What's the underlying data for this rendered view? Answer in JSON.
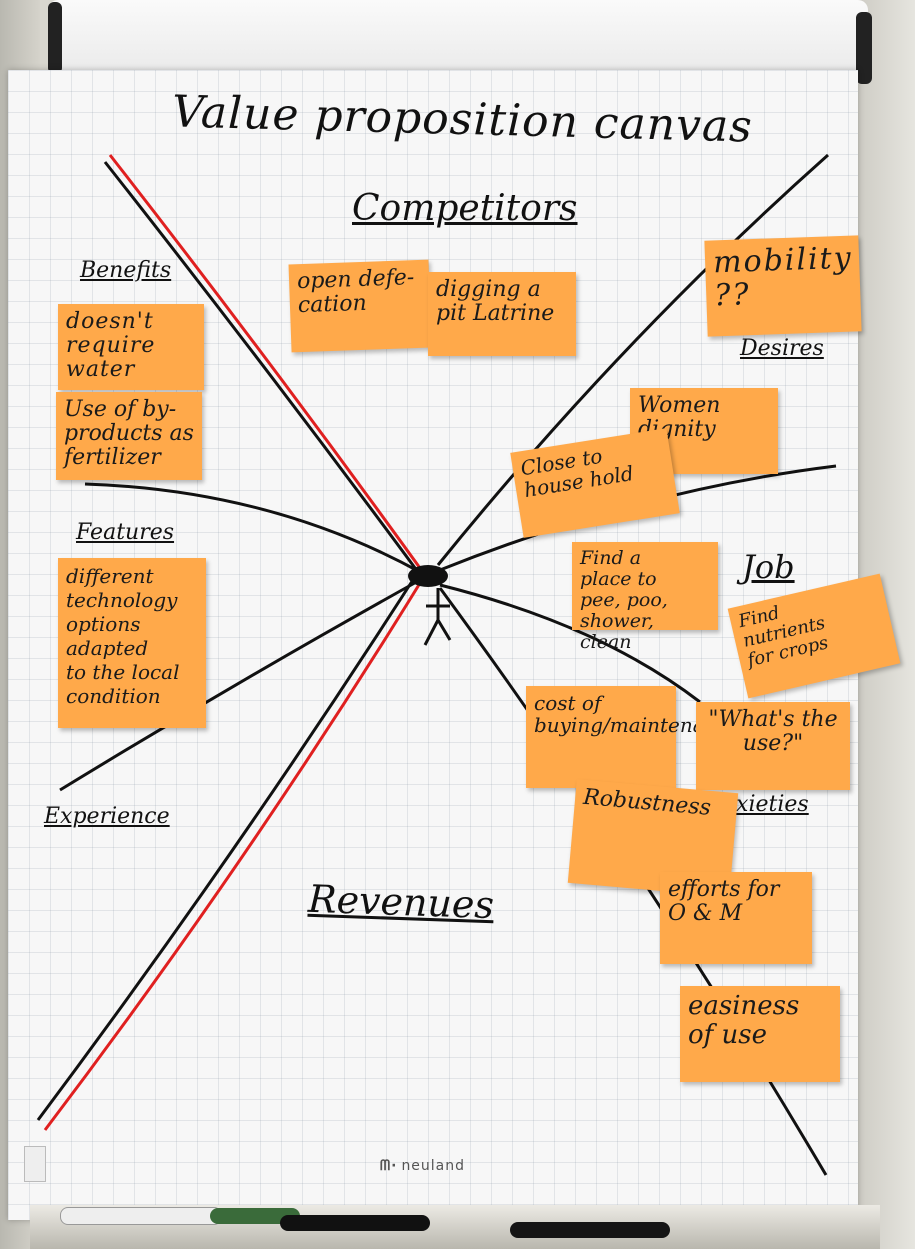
{
  "canvas": {
    "title": "Value proposition canvas",
    "competitors_heading": "Competitors",
    "revenues_heading": "Revenues",
    "left_headings": {
      "benefits": "Benefits",
      "features": "Features",
      "experience": "Experience"
    },
    "right_headings": {
      "desires": "Desires",
      "job": "Job",
      "anxieties": "Anxieties"
    }
  },
  "stickies": {
    "open_defecation": "open defe-\ncation",
    "digging_pit": "digging a\npit Latrine",
    "mobility": "mobility\n??",
    "no_water": "doesn't\nrequire\nwater",
    "fertilizer": "Use of by-\nproducts as\nfertilizer",
    "women_dignity": "Women\ndignity",
    "close_household": "Close to\nhouse hold",
    "tech_options": "different\ntechnology\noptions\nadapted\nto the local\ncondition",
    "find_place": "Find a\nplace to\npee, poo, shower, clean",
    "find_nutrients": "Find\nnutrients\nfor crops",
    "cost": "cost of\nbuying/maintenance",
    "whats_the_use": "\"What's the\nuse?\"",
    "robustness": "Robustness",
    "efforts": "efforts for\nO & M",
    "easiness": "easiness\nof use"
  },
  "branding": {
    "logo": "neuland",
    "logo_mark": "ᗰ·"
  },
  "colors": {
    "sticky": "#ffa94a",
    "marker_black": "#111111",
    "marker_red": "#e02020",
    "paper": "#f7f7f7"
  }
}
